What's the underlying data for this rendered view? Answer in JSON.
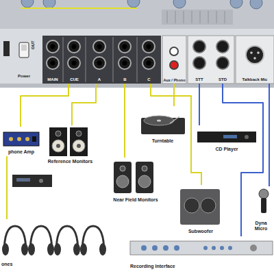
{
  "diagram": {
    "nodes": [
      {
        "text": [
          "MAIN"
        ]
      },
      {
        "text": [
          "CUE"
        ]
      },
      {
        "text": [
          "A"
        ]
      },
      {
        "text": [
          "B"
        ]
      },
      {
        "text": [
          "C"
        ]
      },
      {
        "text": [
          "Aux / Phono"
        ]
      },
      {
        "text": [
          "STT"
        ]
      },
      {
        "text": [
          "STD"
        ]
      },
      {
        "text": [
          "Talkback Mic"
        ]
      },
      {
        "text": [
          "phone Amp"
        ]
      },
      {
        "text": [
          "Reference Monitors"
        ]
      },
      {
        "text": [
          "Turntable"
        ]
      },
      {
        "text": [
          "CD Player"
        ]
      },
      {
        "text": [
          "Near Field Monitors"
        ]
      },
      {
        "text": [
          "Subwoofer"
        ]
      },
      {
        "text": [
          "Dyna Micro"
        ]
      },
      {
        "text": [
          "ones"
        ]
      },
      {
        "text": [
          "Recording Interface"
        ]
      }
    ],
    "edges": [
      {
        "from": 1,
        "to": 9,
        "arrow": "none"
      },
      {
        "from": 2,
        "to": 10,
        "arrow": "none"
      },
      {
        "from": 3,
        "to": 13,
        "arrow": "none"
      },
      {
        "from": 4,
        "to": 14,
        "arrow": "none"
      },
      {
        "from": 11,
        "to": 5,
        "arrow": "none"
      },
      {
        "from": 12,
        "to": 6,
        "arrow": "none"
      },
      {
        "from": 17,
        "to": 7,
        "arrow": "none"
      },
      {
        "from": 15,
        "to": 8,
        "arrow": "none"
      },
      {
        "from": 9,
        "to": 16,
        "arrow": "none"
      }
    ],
    "labels": [
      "OUT",
      "Power"
    ]
  }
}
